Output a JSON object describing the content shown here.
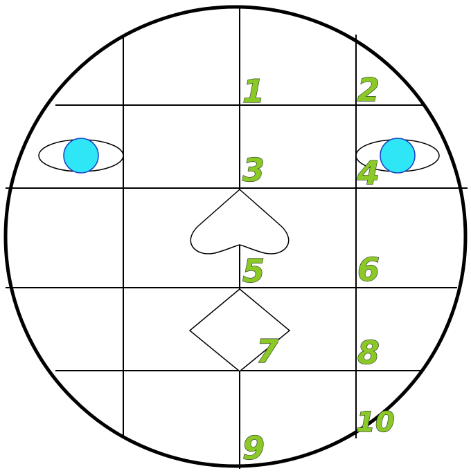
{
  "diagram": {
    "type": "face-grid",
    "colors": {
      "background": "#ffffff",
      "line": "#000000",
      "number_fill": "#8ac926",
      "number_shadow": "#3a3a3a",
      "pupil": "#2ee6f5",
      "pupil_stroke": "#1a3cc7"
    },
    "labels": [
      "1",
      "2",
      "3",
      "4",
      "5",
      "6",
      "7",
      "8",
      "9",
      "10"
    ],
    "shapes": {
      "left_eye": "eye",
      "right_eye": "eye",
      "nose": "heart-shape",
      "mouth": "diamond-shape"
    }
  }
}
